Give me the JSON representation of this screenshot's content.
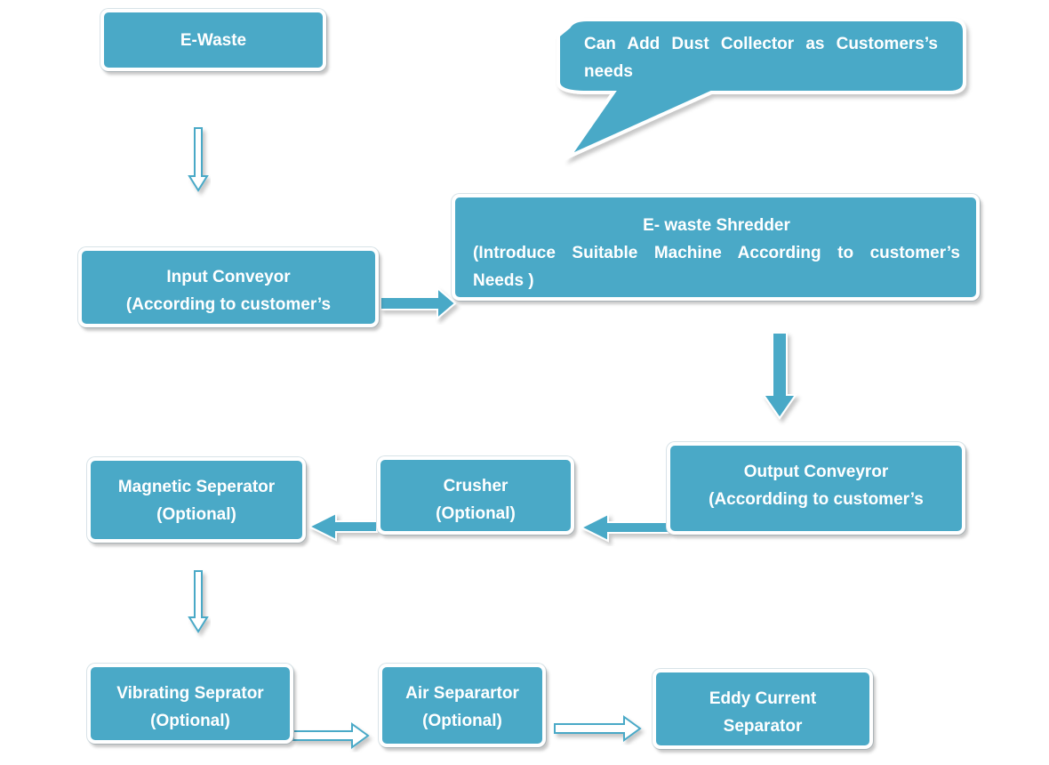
{
  "colors": {
    "box_fill": "#4aa9c7",
    "border": "#ffffff",
    "text": "#ffffff"
  },
  "callout": {
    "lines": [
      "Can Add Dust Collector as Customers’s",
      "needs"
    ]
  },
  "nodes": {
    "e_waste": {
      "lines": [
        "E-Waste"
      ]
    },
    "input_conveyor": {
      "lines": [
        "Input Conveyor",
        "(According to customer’s"
      ]
    },
    "shredder": {
      "lines": [
        "E- waste Shredder",
        "(Introduce Suitable Machine According to customer’s",
        "Needs )"
      ]
    },
    "output_conveyor": {
      "lines": [
        "Output Conveyror",
        "(Accordding to customer’s"
      ]
    },
    "crusher": {
      "lines": [
        "Crusher",
        "(Optional)"
      ]
    },
    "magnetic": {
      "lines": [
        "Magnetic Seperator",
        "(Optional)"
      ]
    },
    "vibrating": {
      "lines": [
        "Vibrating Seprator",
        "(Optional)"
      ]
    },
    "air": {
      "lines": [
        "Air Separartor",
        "(Optional)"
      ]
    },
    "eddy": {
      "lines": [
        "Eddy Current",
        "Separator"
      ]
    }
  }
}
